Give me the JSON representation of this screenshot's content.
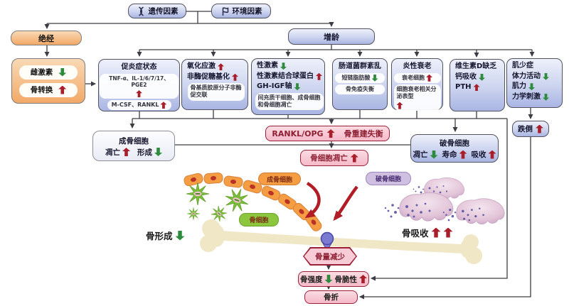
{
  "top": {
    "genetic_label": "遗传因素",
    "environment_label": "环境因素"
  },
  "menopause": {
    "label": "绝经"
  },
  "menopause_effects": {
    "rows": [
      {
        "label": "雌激素",
        "dir": "down"
      },
      {
        "label": "骨转换",
        "dir": "up"
      }
    ]
  },
  "aging": {
    "label": "增龄"
  },
  "factors": [
    {
      "title": "促炎症状态",
      "rows": [
        {
          "text": "TNF-α、IL-1/6/7/17、PGE2",
          "dir": "up"
        },
        {
          "text": "M-CSF、RANKL",
          "dir": "up"
        }
      ]
    },
    {
      "lines": [
        {
          "text": "氧化应激",
          "dir": "up"
        },
        {
          "text": "非酶促糖基化",
          "dir": "up"
        }
      ],
      "rows": [
        {
          "text": "骨基质胶原分子非酶促交联"
        }
      ]
    },
    {
      "lines": [
        {
          "text": "性激素",
          "dir": "down"
        },
        {
          "text": "性激素结合球蛋白",
          "dir": "up"
        },
        {
          "text": "GH-IGF轴",
          "dir": "down"
        }
      ],
      "rows": [
        {
          "text": "间充质干细胞、成骨细胞和骨细胞凋亡"
        }
      ]
    },
    {
      "title": "肠道菌群紊乱",
      "rows": [
        {
          "text": "短链脂肪酸",
          "dir": "down"
        },
        {
          "text": "骨免疫失衡"
        }
      ]
    },
    {
      "title": "炎性衰老",
      "rows": [
        {
          "text": "衰老细胞",
          "dir": "up"
        },
        {
          "text": "细胞衰老相关分泌表型",
          "dir": "up"
        }
      ]
    },
    {
      "lines": [
        {
          "text": "维生素D缺乏"
        },
        {
          "text": "钙吸收",
          "dir": "down"
        },
        {
          "text": "PTH",
          "dir": "up"
        }
      ]
    },
    {
      "lines": [
        {
          "text": "肌少症"
        },
        {
          "text": "体力活动",
          "dir": "down"
        },
        {
          "text": "肌力",
          "dir": "down"
        },
        {
          "text": "力学刺激",
          "dir": "down"
        }
      ]
    }
  ],
  "falls": {
    "label": "跌倒",
    "dir": "up"
  },
  "rankl": {
    "label": "RANKL/OPG",
    "dir": "up",
    "label2": "骨重建失衡"
  },
  "osteoblast_box": {
    "title": "成骨细胞",
    "stats": [
      {
        "label": "凋亡",
        "dir": "up"
      },
      {
        "label": "形成",
        "dir": "down"
      }
    ]
  },
  "osteoclast_box": {
    "title": "破骨细胞",
    "stats": [
      {
        "label": "凋亡",
        "dir": "down"
      },
      {
        "label": "寿命",
        "dir": "up"
      },
      {
        "label": "吸收",
        "dir": "up"
      }
    ]
  },
  "osteocyte_apoptosis": {
    "label": "骨细胞凋亡",
    "dir": "up"
  },
  "cells": {
    "osteoblast": "成骨细胞",
    "osteocyte": "骨细胞",
    "osteoclast": "破骨细胞"
  },
  "bone": {
    "formation": {
      "label": "骨形成",
      "dir": "down"
    },
    "resorption": {
      "label": "骨吸收",
      "dirs": [
        "up",
        "up"
      ]
    },
    "mass_loss": "骨量减少",
    "strength": [
      {
        "label": "骨强度",
        "dir": "down"
      },
      {
        "label": "骨脆性",
        "dir": "up"
      }
    ],
    "fracture": "骨折"
  },
  "colors": {
    "up_arrow": "#a81e2a",
    "down_arrow": "#2e8b3d",
    "pink_border": "#9b2038",
    "blue_border": "#52525f"
  }
}
